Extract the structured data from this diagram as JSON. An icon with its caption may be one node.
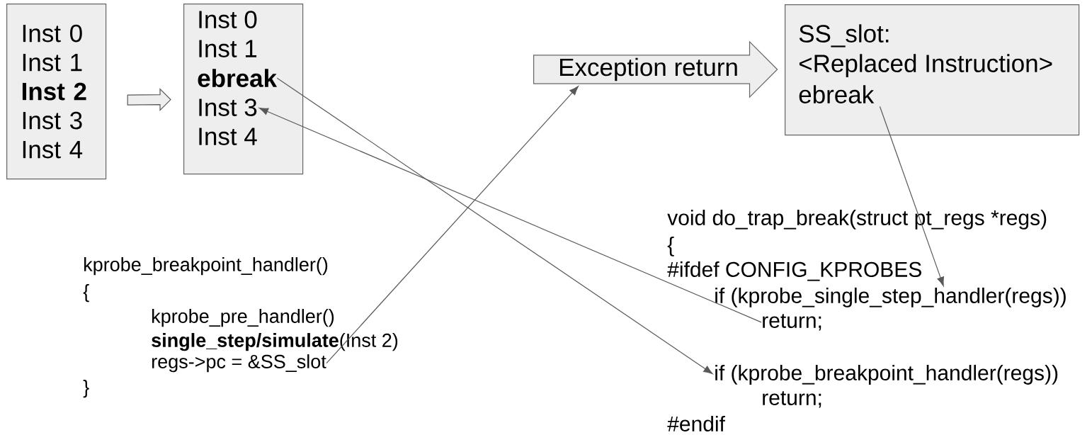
{
  "diagram": {
    "nodes": [
      {
        "text": [
          "Inst 0",
          "Inst 1",
          "**Inst 2**",
          "Inst 3",
          "Inst 4"
        ]
      },
      {
        "text": [],
        "shape": "box"
      },
      {
        "text": [
          "Inst 0"
        ],
        "in": 1
      },
      {
        "text": [
          "Inst 1"
        ],
        "in": 1
      },
      {
        "text": [
          "**ebreak**"
        ],
        "in": 1
      },
      {
        "text": [
          "Inst 3"
        ],
        "in": 1
      },
      {
        "text": [
          "Inst 4"
        ],
        "in": 1
      },
      {
        "text": [
          "Exception return"
        ]
      },
      {
        "text": [],
        "shape": "box"
      },
      {
        "text": [
          "SS_slot:"
        ],
        "in": 8
      },
      {
        "text": [
          "<Replaced Instruction>"
        ],
        "in": 8
      },
      {
        "text": [
          "ebreak"
        ],
        "in": 8
      },
      {
        "text": [
          "regs->pc = &SS_slot"
        ]
      },
      {
        "text": [
          "if (kprobe_single_step_handler(regs))"
        ]
      },
      {
        "text": [
          "return;"
        ]
      },
      {
        "text": [
          "if (kprobe_breakpoint_handler(regs))"
        ]
      }
    ],
    "edges": [
      {
        "from": 0,
        "to": 1,
        "arrow": "to",
        "style": "thick"
      },
      {
        "from": 4,
        "to": 15,
        "arrow": "to"
      },
      {
        "from": 14,
        "to": 5,
        "arrow": "to"
      },
      {
        "from": 12,
        "to": 7,
        "arrow": "to"
      },
      {
        "from": 11,
        "to": 13,
        "arrow": "to"
      }
    ],
    "labels": [
      "kprobe_breakpoint_handler()",
      "{",
      "kprobe_pre_handler()",
      "**single_step/simulate**(Inst 2)",
      "}",
      "void do_trap_break(struct pt_regs *regs)",
      "{",
      "#ifdef CONFIG_KPROBES",
      "return;",
      "#endif"
    ]
  }
}
